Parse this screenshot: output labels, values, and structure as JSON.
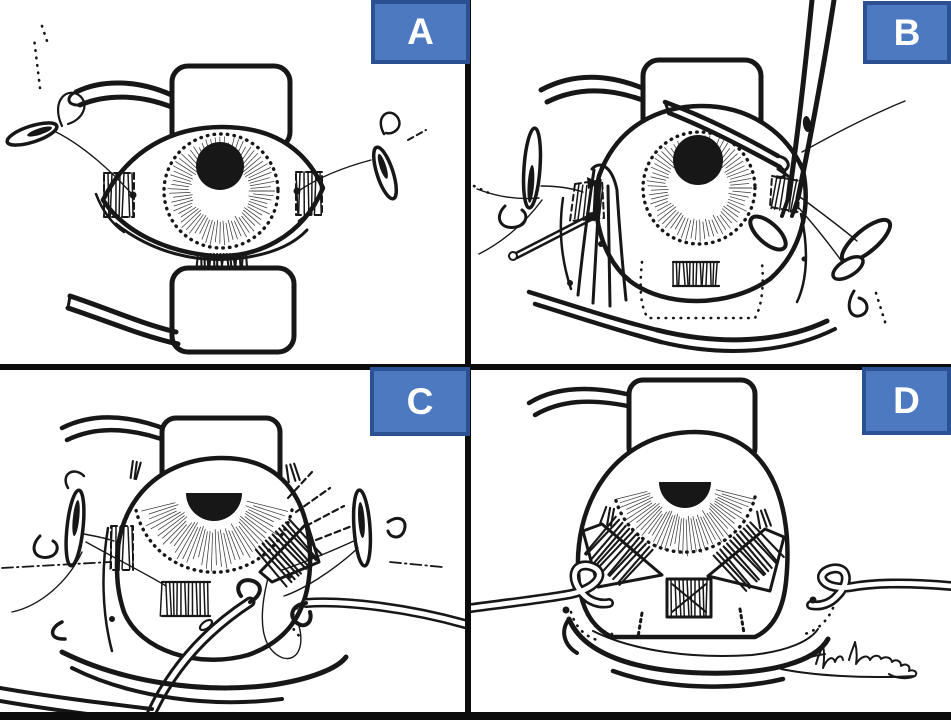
{
  "panels": [
    {
      "label": "A"
    },
    {
      "label": "B"
    },
    {
      "label": "C"
    },
    {
      "label": "D"
    }
  ],
  "colors": {
    "label-fill": "#4d79c0",
    "label-border": "#2b5192",
    "label-text": "#ffffff",
    "ink": "#171717",
    "divider": "#0c0c0c",
    "bg": "#ffffff"
  }
}
